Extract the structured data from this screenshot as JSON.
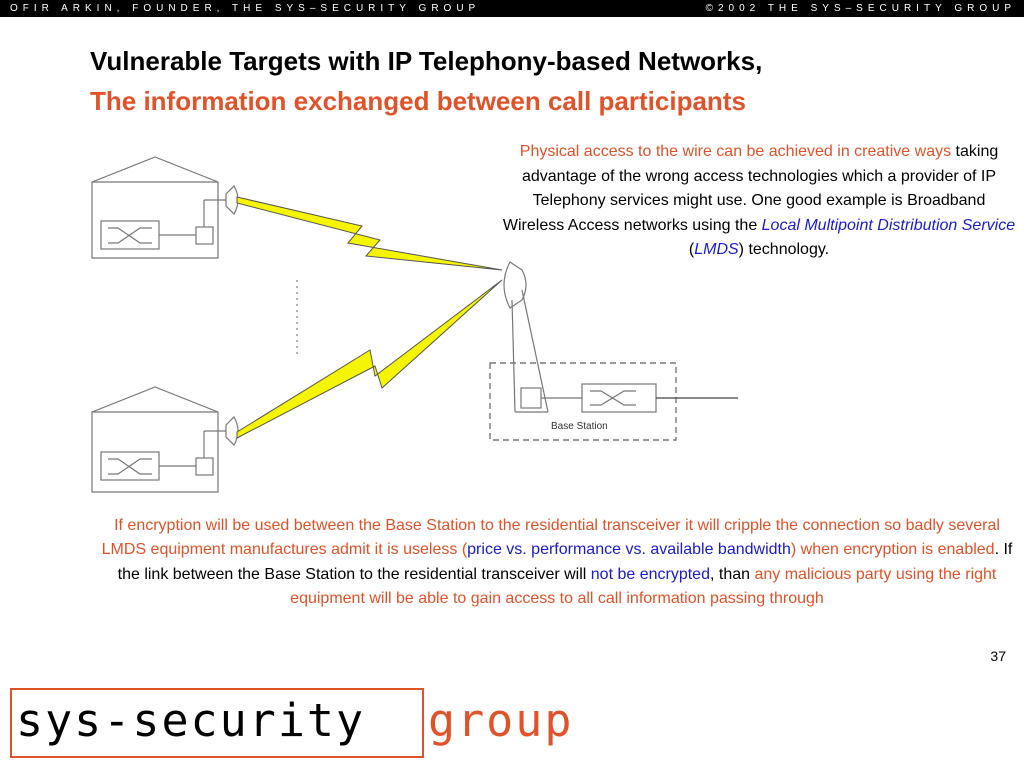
{
  "header": {
    "left_text": "OFIR ARKIN, FOUNDER, THE SYS–SECURITY GROUP",
    "right_text": "©2002  THE SYS–SECURITY GROUP"
  },
  "title": {
    "line1": "Vulnerable Targets with IP Telephony-based Networks,",
    "line2": "The information exchanged between call participants"
  },
  "paragraph1": {
    "highlight": "Physical access to the wire can be achieved in creative ways",
    "text_a": " taking advantage of the wrong access technologies which a provider of IP Telephony services might use. One good example is Broadband Wireless Access networks using the ",
    "link1": "Local Multipoint Distribution Service",
    "text_b": " (",
    "link2": "LMDS",
    "text_c": ") technology."
  },
  "diagram": {
    "base_station_label": "Base Station"
  },
  "paragraph2": {
    "s1": "If encryption will be used between the Base Station to the residential transceiver it will cripple the connection so badly several LMDS equipment manufactures admit it is useless",
    "s2": " (",
    "s3": "price vs. performance vs. available bandwidth",
    "s4": ") ",
    "s5": "when encryption is enabled",
    "s6": ". If the link between the Base Station to the residential transceiver will ",
    "s7": "not be encrypted",
    "s8": ", than ",
    "s9": "any malicious party using the right equipment will be able to gain access to all call information passing through"
  },
  "page_number": "37",
  "logo": {
    "part1": "sys-security",
    "part2": "group"
  },
  "colors": {
    "accent_orange": "#e0532a",
    "link_blue": "#1a1acc",
    "lightning_yellow": "#f5f500"
  }
}
